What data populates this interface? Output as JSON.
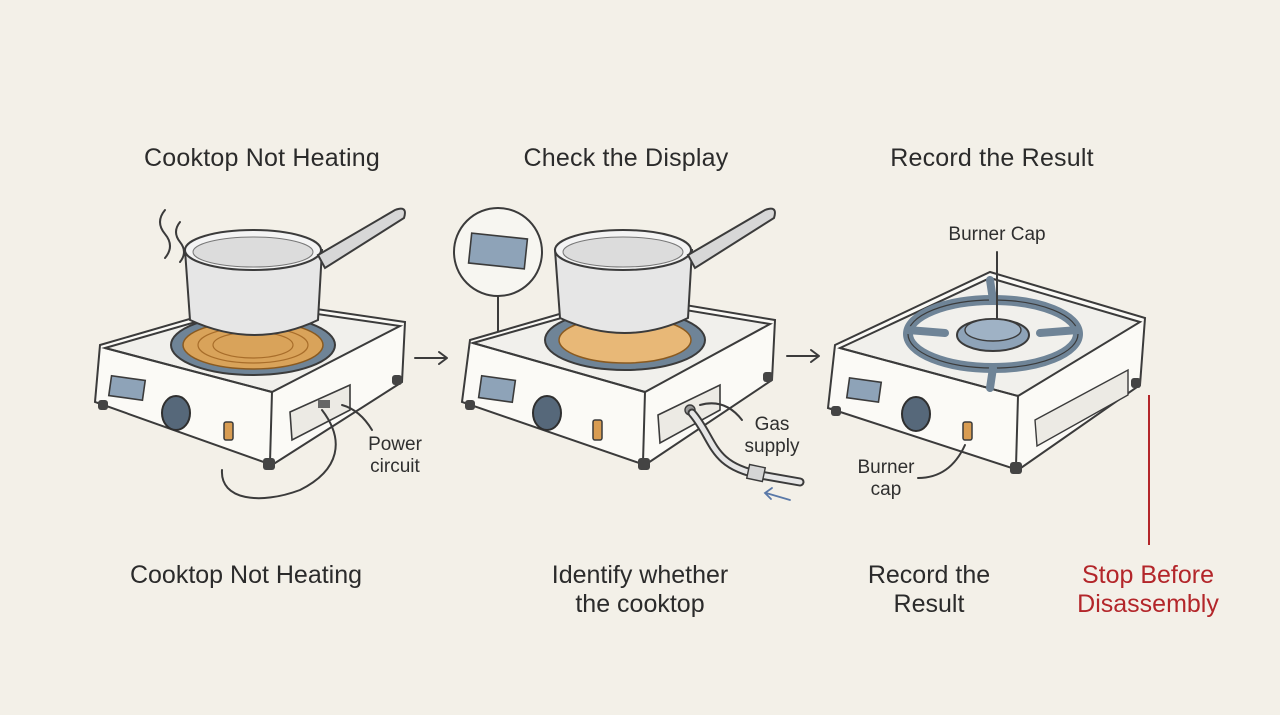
{
  "panels": [
    {
      "title": "Cooktop Not Heating",
      "caption_lines": [
        "Cooktop Not Heating"
      ],
      "callout_lines": [
        "Power",
        "circuit"
      ]
    },
    {
      "title": "Check the Display",
      "caption_lines": [
        "Identify whether",
        "the cooktop"
      ],
      "callout_lines": [
        "Gas",
        "supply"
      ]
    },
    {
      "title": "Record the Result",
      "caption_lines": [
        "Record the",
        "Result"
      ],
      "callout_top": "Burner Cap",
      "callout_lines": [
        "Burner",
        "cap"
      ]
    }
  ],
  "warning_lines": [
    "Stop Before",
    "Disassembly"
  ],
  "colors": {
    "background": "#f3f0e8",
    "warning": "#b3262a",
    "burner_blue": "#6f8497",
    "coil_orange": "#d9a35a",
    "display_blue": "#8ea3b8"
  }
}
